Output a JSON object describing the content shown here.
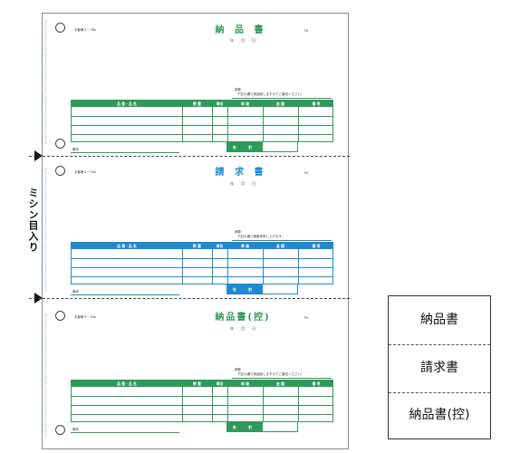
{
  "side_label": "ミシン目入り",
  "sections": [
    {
      "id": "delivery",
      "color": "#2e9a5a",
      "code_label": "お客様コード№",
      "title": "納 品 書",
      "no_label": "№",
      "date_label": "年月日",
      "note_label": "摘要",
      "remark_text": "下記の通り納品致しますのでご査収ください。",
      "headers": [
        "品 番・品 名",
        "数 量",
        "単位",
        "単 価",
        "金 額",
        "備 考"
      ],
      "total_label": "合 計",
      "footer_label": "備考"
    },
    {
      "id": "invoice",
      "color": "#1f8ad0",
      "code_label": "お客様コード№",
      "title": "請 求 書",
      "no_label": "№",
      "date_label": "年月日",
      "note_label": "摘要",
      "remark_text": "下記の通り御請求申し上げます。",
      "headers": [
        "品 番・品 名",
        "数 量",
        "単位",
        "単 価",
        "金 額",
        "備 考"
      ],
      "total_label": "合 計",
      "footer_label": "備考"
    },
    {
      "id": "delivery-copy",
      "color": "#2e9a5a",
      "code_label": "お客様コード№",
      "title": "納品書(控)",
      "no_label": "№",
      "date_label": "年月日",
      "note_label": "摘要",
      "remark_text": "下記の通り納品致しますのでご査収ください。",
      "headers": [
        "品 番・品 名",
        "数 量",
        "単位",
        "単 価",
        "金 額",
        "備 考"
      ],
      "total_label": "合 計",
      "footer_label": "備考"
    }
  ],
  "legend": [
    "納品書",
    "請求書",
    "納品書(控)"
  ]
}
